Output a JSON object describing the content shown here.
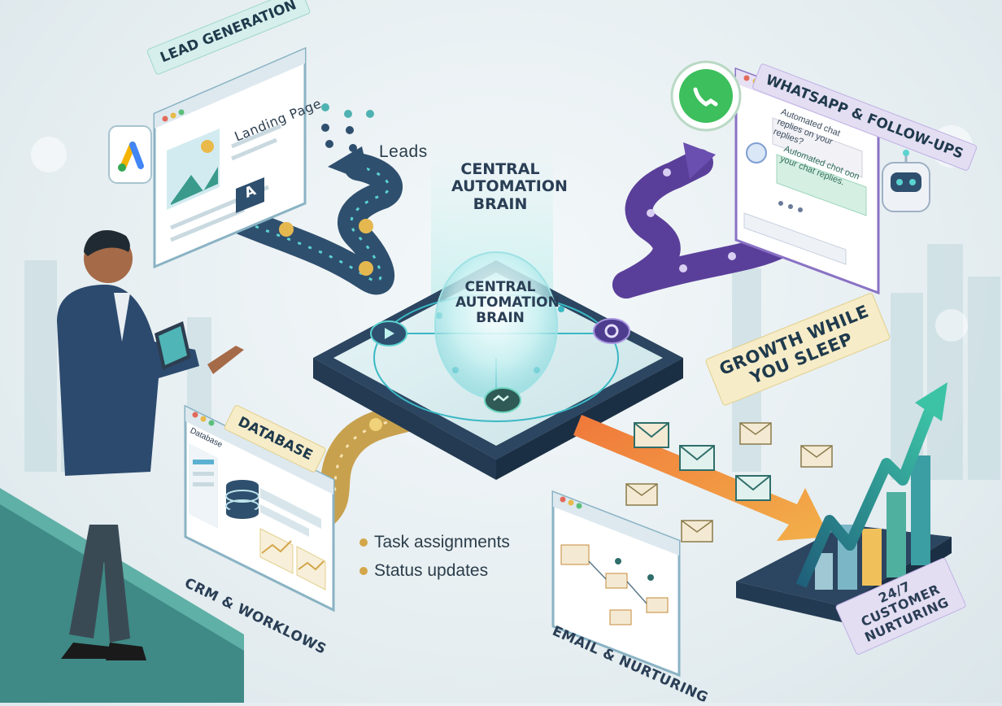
{
  "labels": {
    "lead_generation": "LEAD GENERATION",
    "landing_page": "Landing Page",
    "ads_letter": "A",
    "leads": "Leads",
    "central_top": "CENTRAL AUTOMATION BRAIN",
    "central_dome": "CENTRAL AUTOMATION BRAIN",
    "whatsapp": "WHATSAPP & FOLLOW-UPS",
    "chat_1": "Automated chat replies on your replies?",
    "chat_2": "Automated chot oon your chat replies.",
    "database_tag": "DATABASE",
    "database_window": "Database",
    "crm": "CRM & WORKLOWS",
    "task_assignments": "Task assignments",
    "status_updates": "Status updates",
    "growth": "GROWTH WHILE YOU SLEEP",
    "email": "EMAIL & NURTURING",
    "customer": "24/7 CUSTOMER NURTURING"
  },
  "icons": {
    "google_ads": "google-ads-icon",
    "whatsapp": "whatsapp-icon",
    "robot": "robot-icon",
    "database": "database-icon",
    "envelope": "envelope-icon",
    "gear": "gear-icon",
    "play": "play-icon",
    "handshake": "handshake-icon"
  },
  "colors": {
    "teal": "#3aa69a",
    "navy": "#2c3e55",
    "purple": "#6a4fb0",
    "orange": "#ee8a3c",
    "gold": "#d3a64a",
    "green_arrow": "#2e9d8c"
  }
}
